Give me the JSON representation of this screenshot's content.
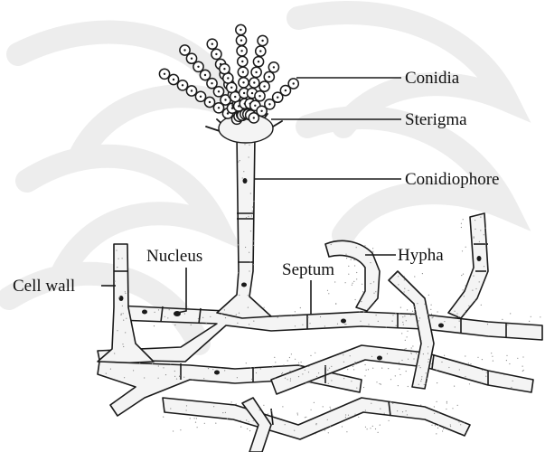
{
  "labels": {
    "conidia": "Conidia",
    "sterigma": "Sterigma",
    "conidiophore": "Conidiophore",
    "hypha": "Hypha",
    "nucleus": "Nucleus",
    "septum": "Septum",
    "cell_wall": "Cell wall"
  },
  "colors": {
    "ink": "#1a1a1a",
    "background": "#ffffff",
    "watermark": "#ededed",
    "stipple": "#888888"
  }
}
